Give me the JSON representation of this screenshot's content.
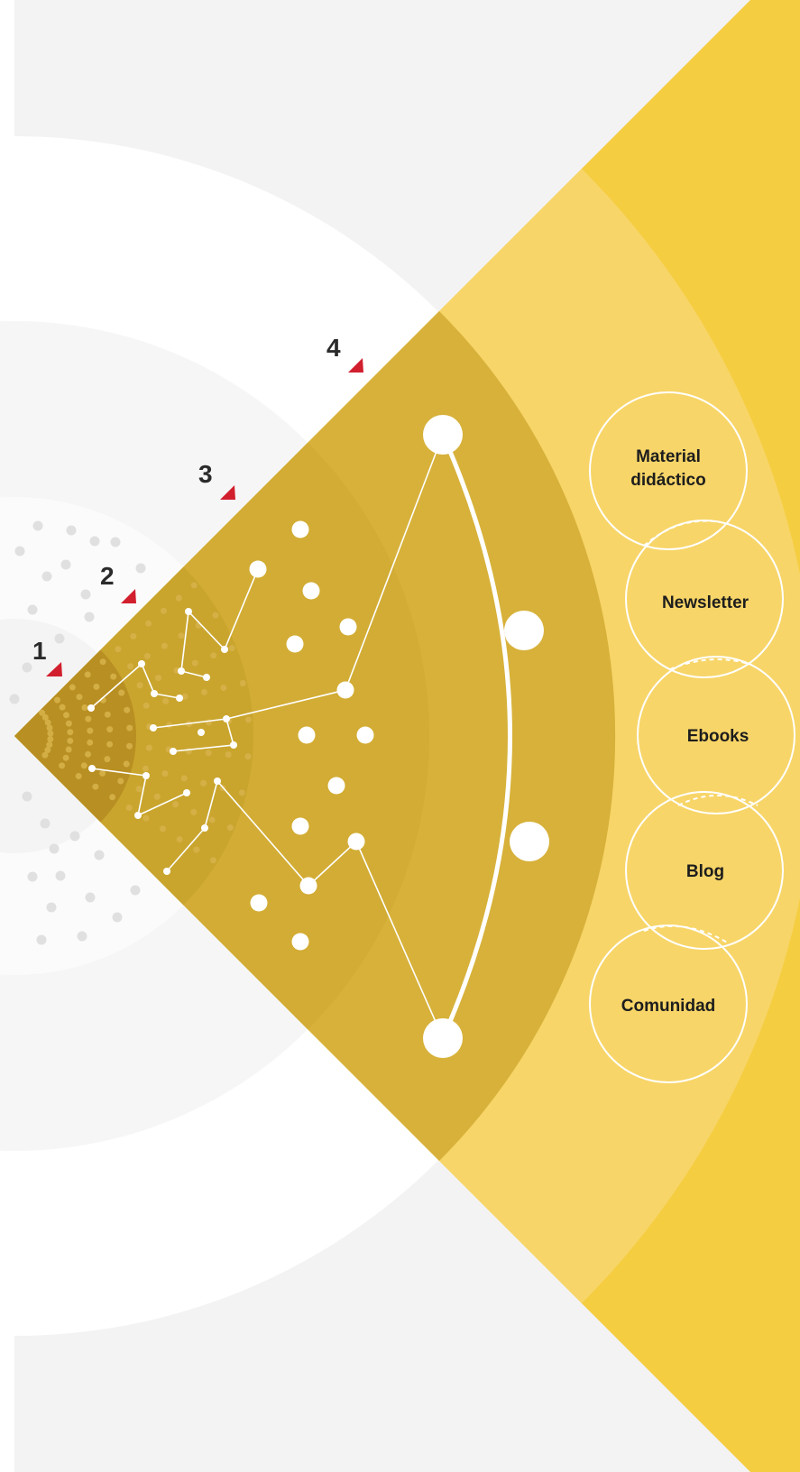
{
  "colors": {
    "page_background": "#f3f3f3",
    "left_strip": "#ffffff",
    "yellow_outer": "#f5cd40",
    "yellow_light": "#f7d568",
    "gold_mid": "#d7b13a",
    "gold_inner": "#c9a52e",
    "gold_core": "#b88f22",
    "marker_red": "#d11f2e",
    "ring_white": "#ffffff",
    "ring_grey": "#f6f6f6",
    "dot_grey": "#e0e0e0"
  },
  "stages": [
    {
      "label": "1"
    },
    {
      "label": "2"
    },
    {
      "label": "3"
    },
    {
      "label": "4"
    }
  ],
  "channels": [
    {
      "lines": [
        "Material",
        "didáctico"
      ]
    },
    {
      "lines": [
        "Newsletter"
      ]
    },
    {
      "lines": [
        "Ebooks"
      ]
    },
    {
      "lines": [
        "Blog"
      ]
    },
    {
      "lines": [
        "Comunidad"
      ]
    }
  ]
}
